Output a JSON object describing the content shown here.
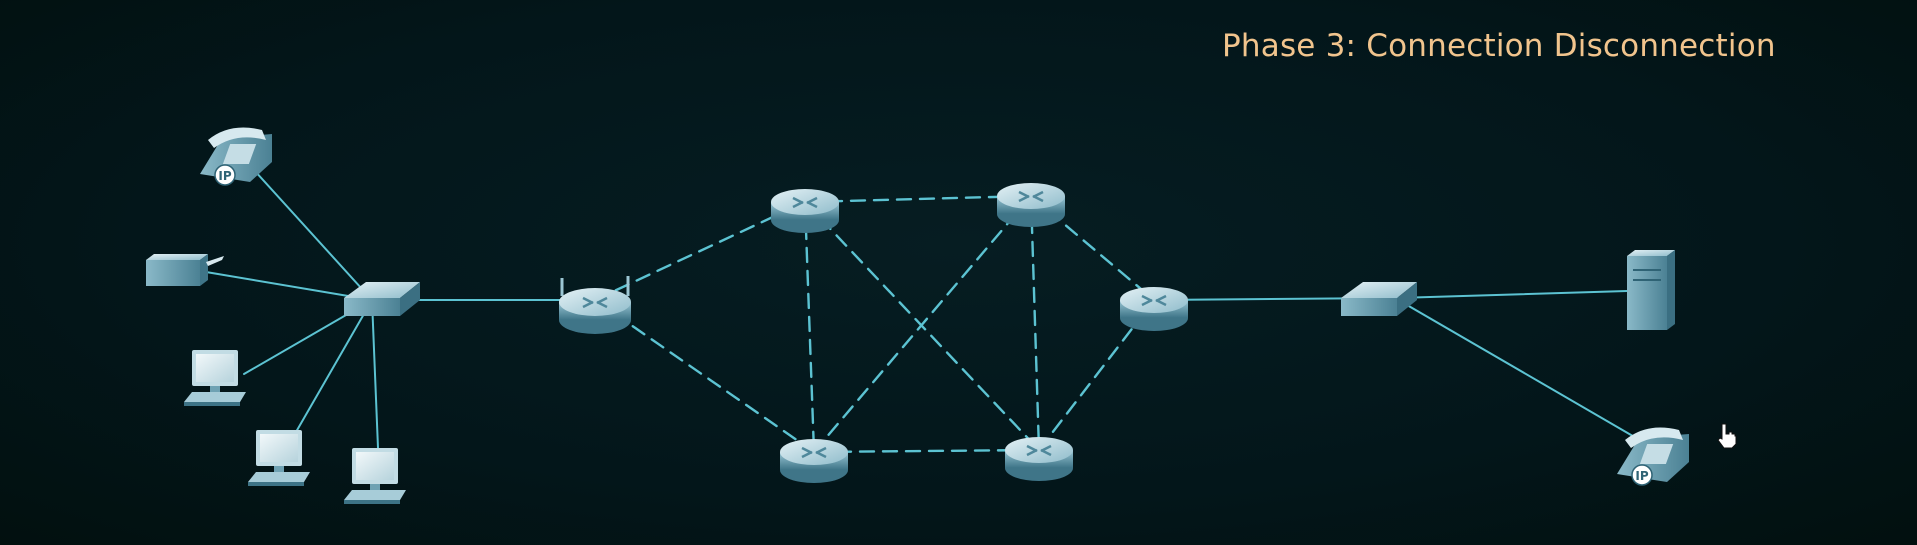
{
  "header": {
    "title": "Phase 3: Connection Disconnection",
    "title_color": "#f1c48d"
  },
  "colors": {
    "background": "#04161a",
    "link": "#5cc3d2",
    "device_light": "#cfe4ea",
    "device_mid": "#7fb1c1",
    "device_dark": "#3e7386"
  },
  "devices": [
    {
      "id": "ip-phone-left",
      "icon": "ip-phone-icon",
      "label": "IP"
    },
    {
      "id": "printer",
      "icon": "printer-icon"
    },
    {
      "id": "pc-1",
      "icon": "desktop-pc-icon"
    },
    {
      "id": "pc-2",
      "icon": "desktop-pc-icon"
    },
    {
      "id": "pc-3",
      "icon": "desktop-pc-icon"
    },
    {
      "id": "switch-left",
      "icon": "switch-icon"
    },
    {
      "id": "router-edge-left",
      "icon": "wireless-router-icon"
    },
    {
      "id": "router-core-tl",
      "icon": "router-icon"
    },
    {
      "id": "router-core-tr",
      "icon": "router-icon"
    },
    {
      "id": "router-core-bl",
      "icon": "router-icon"
    },
    {
      "id": "router-core-br",
      "icon": "router-icon"
    },
    {
      "id": "router-edge-right",
      "icon": "router-icon"
    },
    {
      "id": "switch-right",
      "icon": "switch-icon"
    },
    {
      "id": "server",
      "icon": "server-icon"
    },
    {
      "id": "ip-phone-right",
      "icon": "ip-phone-icon",
      "label": "IP"
    }
  ],
  "links": [
    {
      "from": "ip-phone-left",
      "to": "switch-left",
      "style": "solid"
    },
    {
      "from": "printer",
      "to": "switch-left",
      "style": "solid"
    },
    {
      "from": "pc-1",
      "to": "switch-left",
      "style": "solid"
    },
    {
      "from": "pc-2",
      "to": "switch-left",
      "style": "solid"
    },
    {
      "from": "pc-3",
      "to": "switch-left",
      "style": "solid"
    },
    {
      "from": "switch-left",
      "to": "router-edge-left",
      "style": "solid"
    },
    {
      "from": "router-edge-left",
      "to": "router-core-tl",
      "style": "dashed"
    },
    {
      "from": "router-edge-left",
      "to": "router-core-bl",
      "style": "dashed"
    },
    {
      "from": "router-core-tl",
      "to": "router-core-tr",
      "style": "dashed"
    },
    {
      "from": "router-core-tl",
      "to": "router-core-bl",
      "style": "dashed"
    },
    {
      "from": "router-core-tl",
      "to": "router-core-br",
      "style": "dashed"
    },
    {
      "from": "router-core-tr",
      "to": "router-core-bl",
      "style": "dashed"
    },
    {
      "from": "router-core-tr",
      "to": "router-core-br",
      "style": "dashed"
    },
    {
      "from": "router-core-bl",
      "to": "router-core-br",
      "style": "dashed"
    },
    {
      "from": "router-core-tr",
      "to": "router-edge-right",
      "style": "dashed"
    },
    {
      "from": "router-core-br",
      "to": "router-edge-right",
      "style": "dashed"
    },
    {
      "from": "router-edge-right",
      "to": "switch-right",
      "style": "solid"
    },
    {
      "from": "switch-right",
      "to": "server",
      "style": "solid"
    },
    {
      "from": "switch-right",
      "to": "ip-phone-right",
      "style": "solid"
    }
  ],
  "cursor": {
    "icon": "hand-pointer-icon"
  }
}
